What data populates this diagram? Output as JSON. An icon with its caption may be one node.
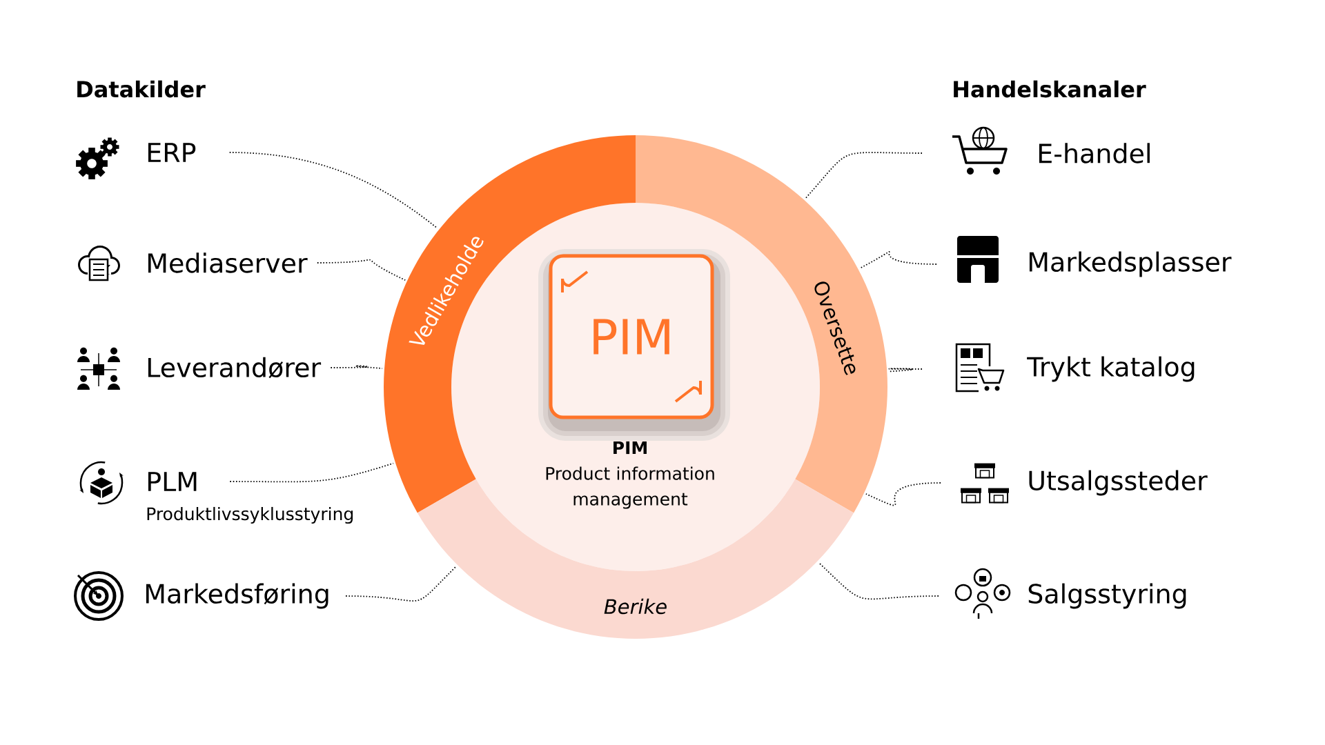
{
  "diagram": {
    "nodes": [
      {
        "text": [
          "ERP"
        ]
      },
      {
        "text": [
          "Mediaserver"
        ]
      },
      {
        "text": [
          "Leverandører"
        ]
      },
      {
        "text": [
          "PLM"
        ],
        "beside": [
          "Produktlivssyklusstyring"
        ]
      },
      {
        "text": [
          "Markedsføring"
        ]
      },
      {
        "text": [
          "E-handel"
        ]
      },
      {
        "text": [
          "Markedsplasser"
        ]
      },
      {
        "text": [
          "Trykt katalog"
        ]
      },
      {
        "text": [
          "Utsalgssteder"
        ]
      },
      {
        "text": [
          "Salgsstyring"
        ]
      },
      {
        "text": [
          "Vedlikeholde"
        ]
      },
      {
        "text": [
          "Oversette"
        ]
      },
      {
        "text": [
          "Berike"
        ]
      },
      {
        "text": [
          "PIM"
        ]
      }
    ],
    "edges": [
      {
        "from": 0,
        "to": 10,
        "arrow": "none"
      },
      {
        "from": 1,
        "to": 10,
        "arrow": "none"
      },
      {
        "from": 2,
        "to": 10,
        "arrow": "none"
      },
      {
        "from": 3,
        "to": 10,
        "arrow": "none"
      },
      {
        "from": 4,
        "to": 12,
        "arrow": "none"
      },
      {
        "from": 5,
        "to": 11,
        "arrow": "none"
      },
      {
        "from": 6,
        "to": 11,
        "arrow": "none"
      },
      {
        "from": 7,
        "to": 11,
        "arrow": "none"
      },
      {
        "from": 8,
        "to": 11,
        "arrow": "none"
      },
      {
        "from": 9,
        "to": 12,
        "arrow": "none"
      }
    ],
    "labels": [
      "Datakilder",
      "Handelskanaler",
      "PIM",
      "Product information management"
    ]
  }
}
